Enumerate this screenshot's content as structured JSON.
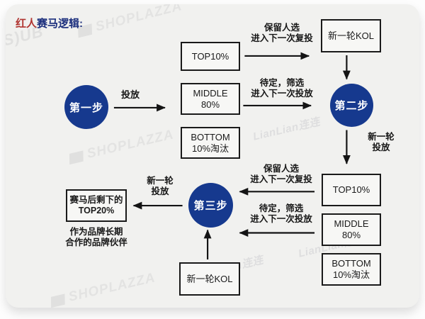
{
  "title": {
    "part_red": "红人",
    "part_dark": "赛马逻辑:"
  },
  "steps": {
    "step1": "第一步",
    "step2": "第二步",
    "step3": "第三步"
  },
  "boxes": {
    "mid_top": "TOP10%",
    "mid_mid_l1": "MIDDLE",
    "mid_mid_l2": "80%",
    "mid_bot_l1": "BOTTOM",
    "mid_bot_l2": "10%淘汰",
    "kol_top": "新一轮KOL",
    "right_top": "TOP10%",
    "right_mid_l1": "MIDDLE",
    "right_mid_l2": "80%",
    "right_bot_l1": "BOTTOM",
    "right_bot_l2": "10%淘汰",
    "kol_bottom": "新一轮KOL",
    "result_l1": "赛马后剩下的",
    "result_l2": "TOP20%"
  },
  "labels": {
    "launch": "投放",
    "keep_l1": "保留人选",
    "keep_l2": "进入下一次复投",
    "pending_l1": "待定，筛选",
    "pending_l2": "进入下一次投放",
    "new_round_l1": "新一轮",
    "new_round_l2": "投放",
    "caption_l1": "作为品牌长期",
    "caption_l2": "合作的品牌伙伴"
  },
  "watermarks": {
    "brand": "SHOPLAZZA",
    "partial_left": "S)UB",
    "lian": "LianLian连连"
  },
  "colors": {
    "step_circle": "#16398e",
    "title_red": "#b03430",
    "title_navy": "#1c2f7d",
    "arrow": "#141414"
  }
}
